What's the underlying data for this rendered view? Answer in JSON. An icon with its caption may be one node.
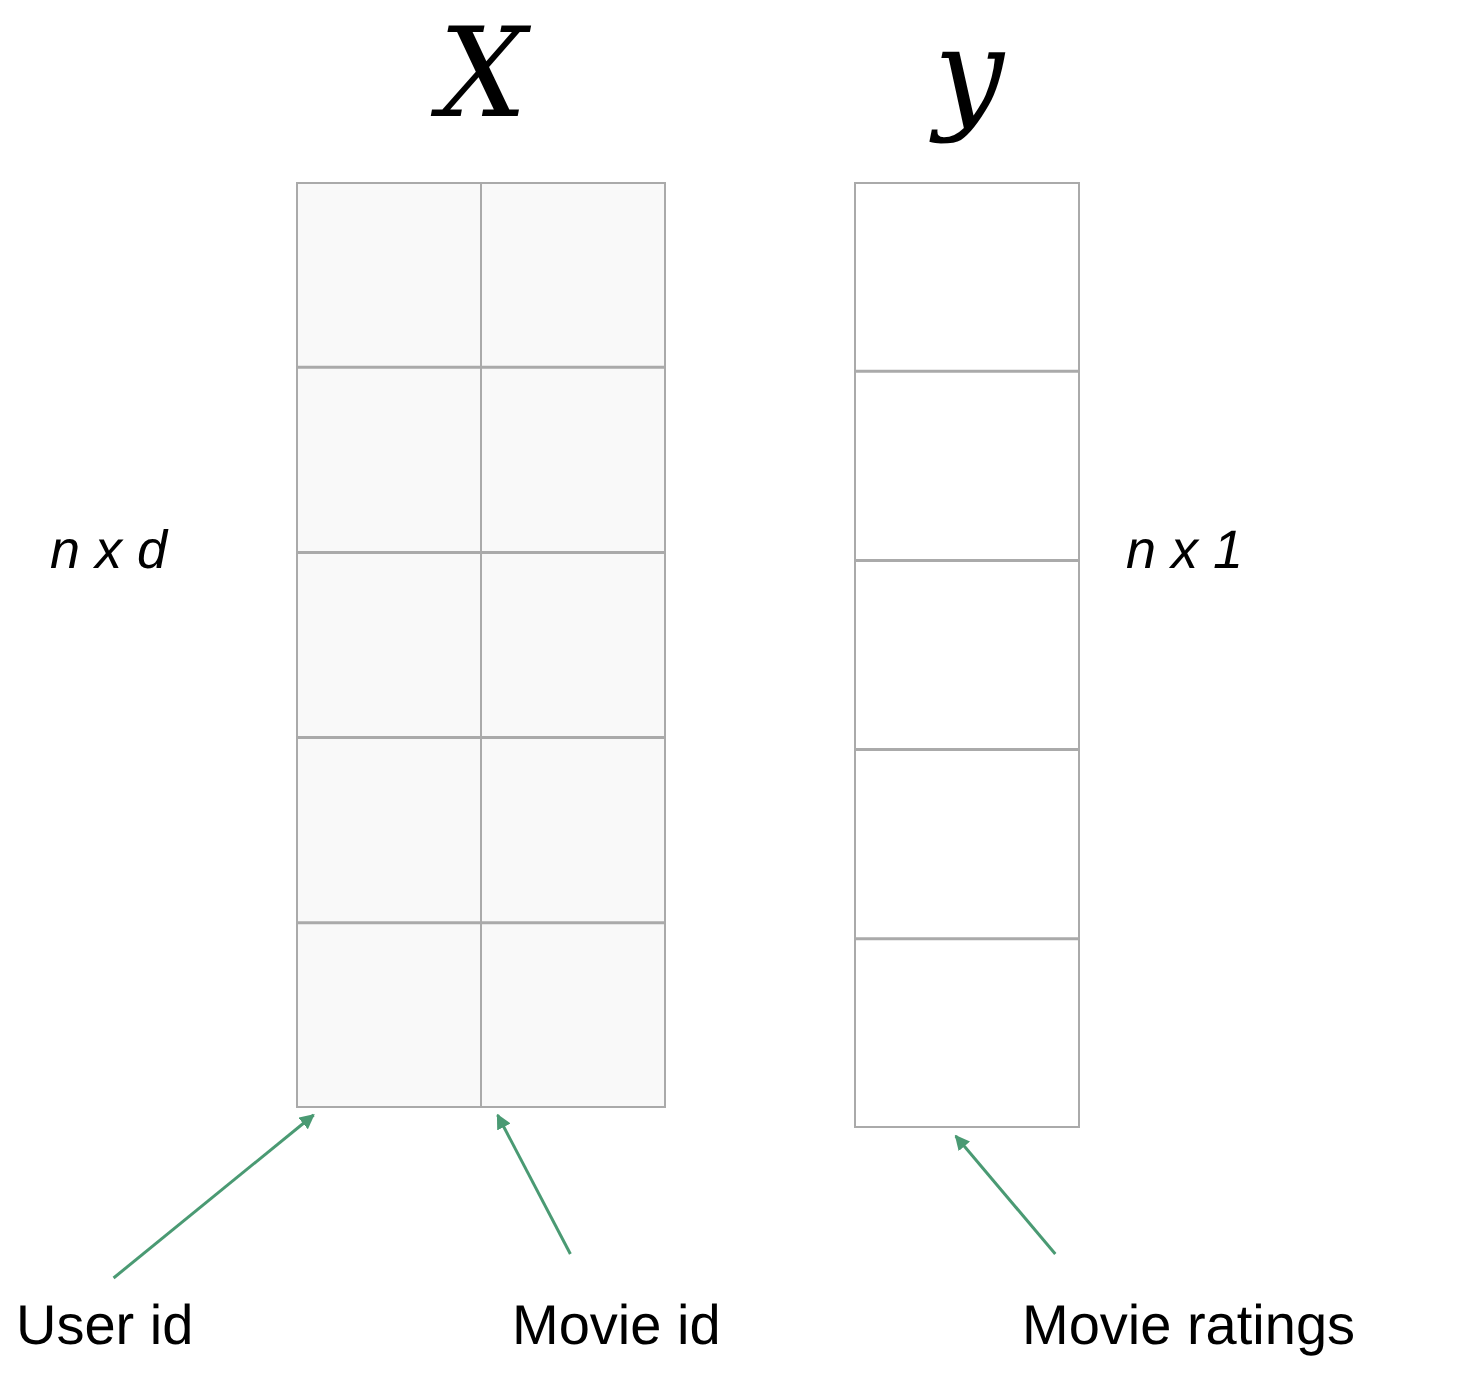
{
  "diagram": {
    "nodes": [
      {
        "text": [
          "X"
        ],
        "beside": [
          "n x d"
        ]
      },
      {
        "text": [
          "y"
        ],
        "beside": [
          "n x 1"
        ]
      },
      {
        "text": [
          "User id"
        ]
      },
      {
        "text": [],
        "shape": "box",
        "in": 0
      },
      {
        "text": [
          "Movie id"
        ]
      },
      {
        "text": [],
        "shape": "box",
        "in": 0
      },
      {
        "text": [
          "Movie ratings"
        ]
      }
    ],
    "edges": [
      {
        "from": 2,
        "to": 3,
        "arrow": "to"
      },
      {
        "from": 4,
        "to": 5,
        "arrow": "to"
      },
      {
        "from": 6,
        "to": 1,
        "arrow": "to"
      }
    ]
  }
}
